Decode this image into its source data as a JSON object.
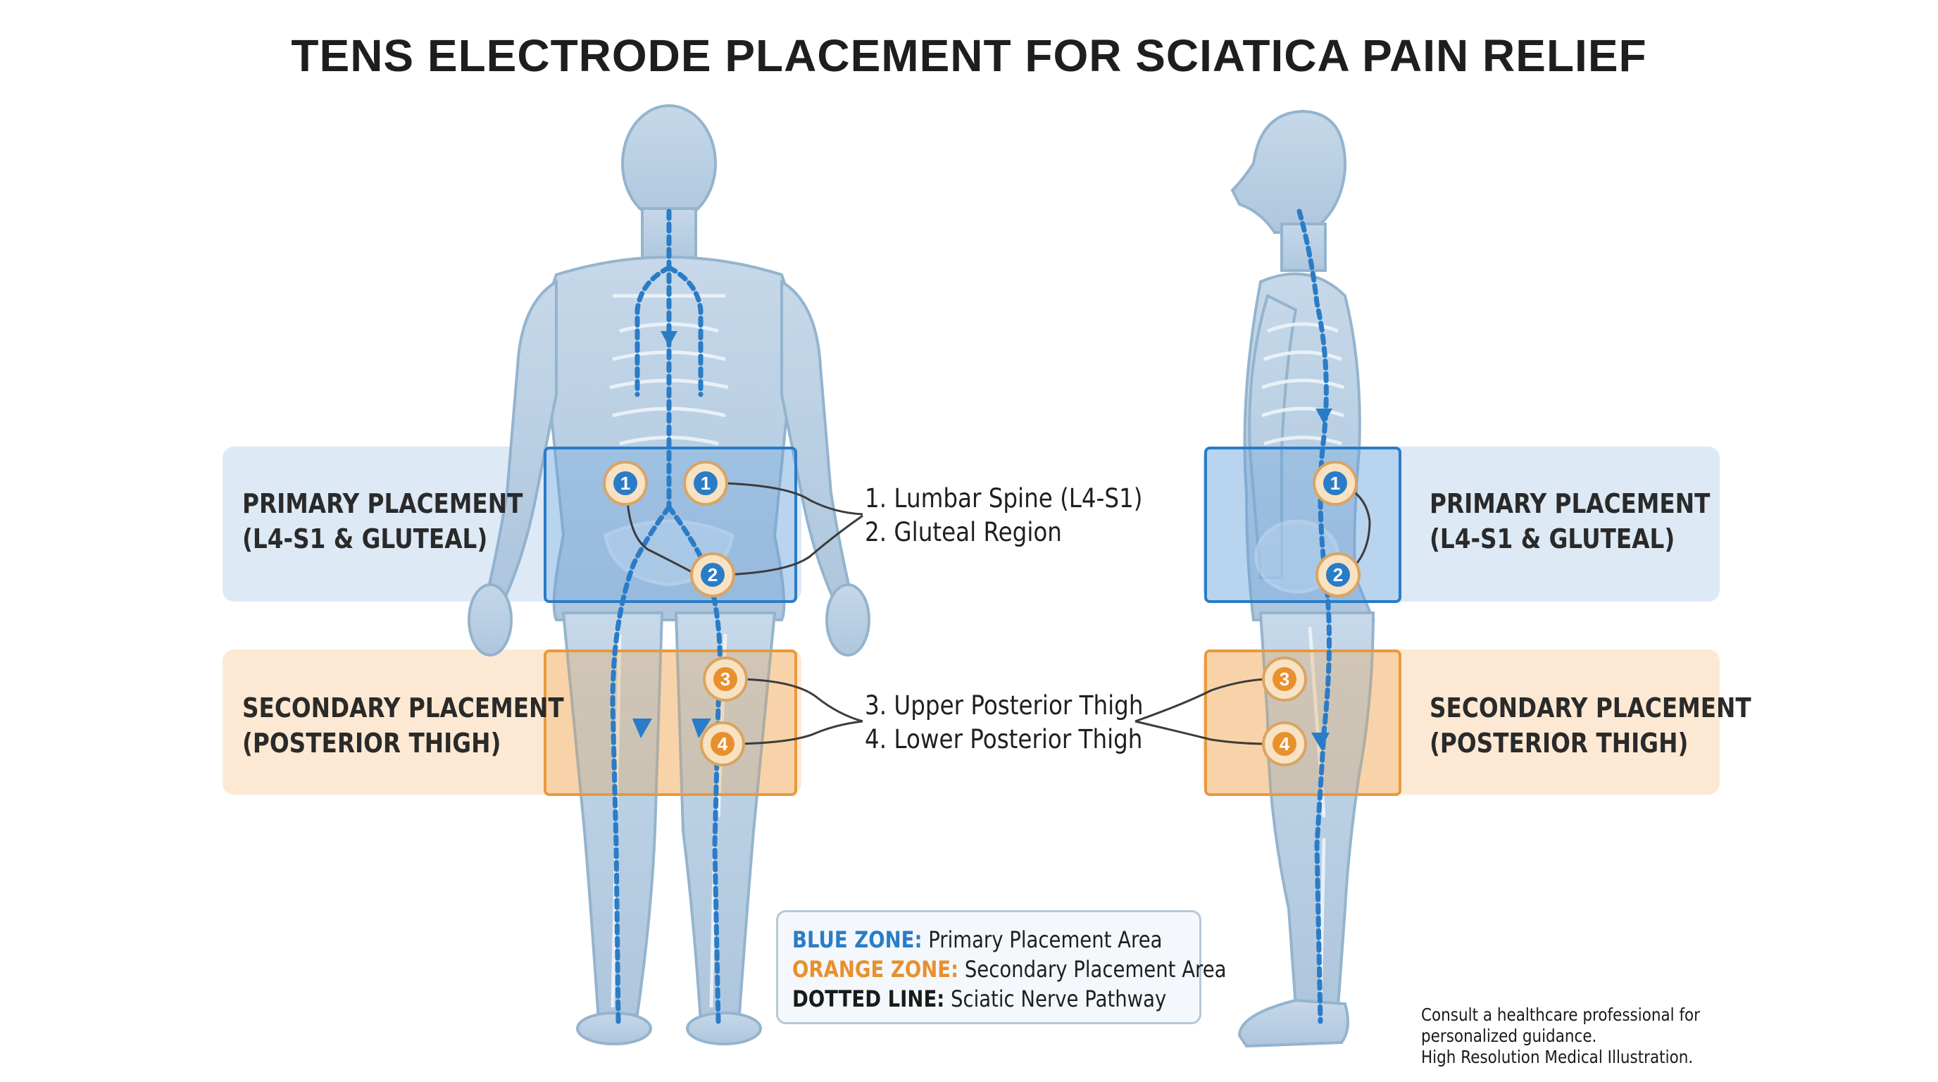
{
  "title": "TENS ELECTRODE PLACEMENT FOR SCIATICA PAIN RELIEF",
  "bands": {
    "primary": {
      "line1": "PRIMARY PLACEMENT",
      "line2": "(L4-S1 & GLUTEAL)"
    },
    "secondary": {
      "line1": "SECONDARY PLACEMENT",
      "line2": "(POSTERIOR THIGH)"
    }
  },
  "placements": {
    "primary_list": [
      "1. Lumbar Spine (L4-S1)",
      "2. Gluteal Region"
    ],
    "secondary_list": [
      "3. Upper Posterior Thigh",
      "4. Lower Posterior Thigh"
    ]
  },
  "electrodes": {
    "lumbar": "1",
    "gluteal": "2",
    "upper_thigh": "3",
    "lower_thigh": "4"
  },
  "legend": {
    "blue_key": "BLUE ZONE:",
    "blue_desc": "Primary Placement Area",
    "orange_key": "ORANGE ZONE:",
    "orange_desc": "Secondary Placement Area",
    "dotted_key": "DOTTED LINE:",
    "dotted_desc": "Sciatic Nerve Pathway"
  },
  "footnote": {
    "line1": "Consult a healthcare professional for",
    "line2": "personalized guidance.",
    "line3": "High Resolution Medical Illustration."
  },
  "colors": {
    "blue_zone_fill": "#cfe2f3",
    "blue_zone_stroke": "#2a7cc7",
    "orange_zone_fill": "#fbe3c6",
    "orange_zone_stroke": "#e89a3c",
    "nerve": "#2a7cc7",
    "body": "#b9d0e4",
    "badge_blue": "#2a7cc7",
    "badge_orange": "#e8902e"
  }
}
